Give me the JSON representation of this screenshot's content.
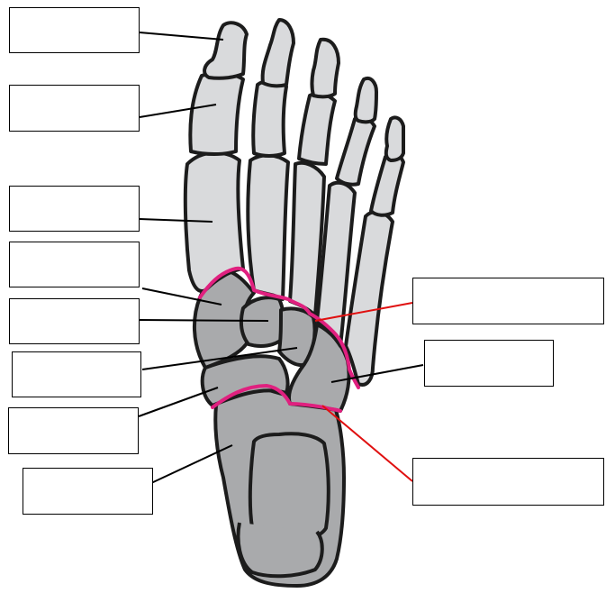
{
  "diagram": {
    "kind": "foot bones labeling worksheet (dorsal view)",
    "label_boxes": [
      {
        "id": "distal-phalanx-box",
        "text": ""
      },
      {
        "id": "proximal-phalanx-box",
        "text": ""
      },
      {
        "id": "metatarsal-box",
        "text": ""
      },
      {
        "id": "medial-cuneiform-box",
        "text": ""
      },
      {
        "id": "intermediate-cuneiform-box",
        "text": ""
      },
      {
        "id": "lateral-cuneiform-box",
        "text": ""
      },
      {
        "id": "navicular-box",
        "text": ""
      },
      {
        "id": "talus-box",
        "text": ""
      },
      {
        "id": "tarsometatarsal-joint-box",
        "text": ""
      },
      {
        "id": "cuboid-box",
        "text": ""
      },
      {
        "id": "transverse-tarsal-joint-box",
        "text": ""
      }
    ],
    "colors": {
      "bone_phalanx": "#d9dadc",
      "bone_tarsal": "#a9aaac",
      "outline": "#1c1c1c",
      "joint_highlight": "#e0207f",
      "leader_black": "#000000",
      "leader_red": "#e01010"
    }
  }
}
